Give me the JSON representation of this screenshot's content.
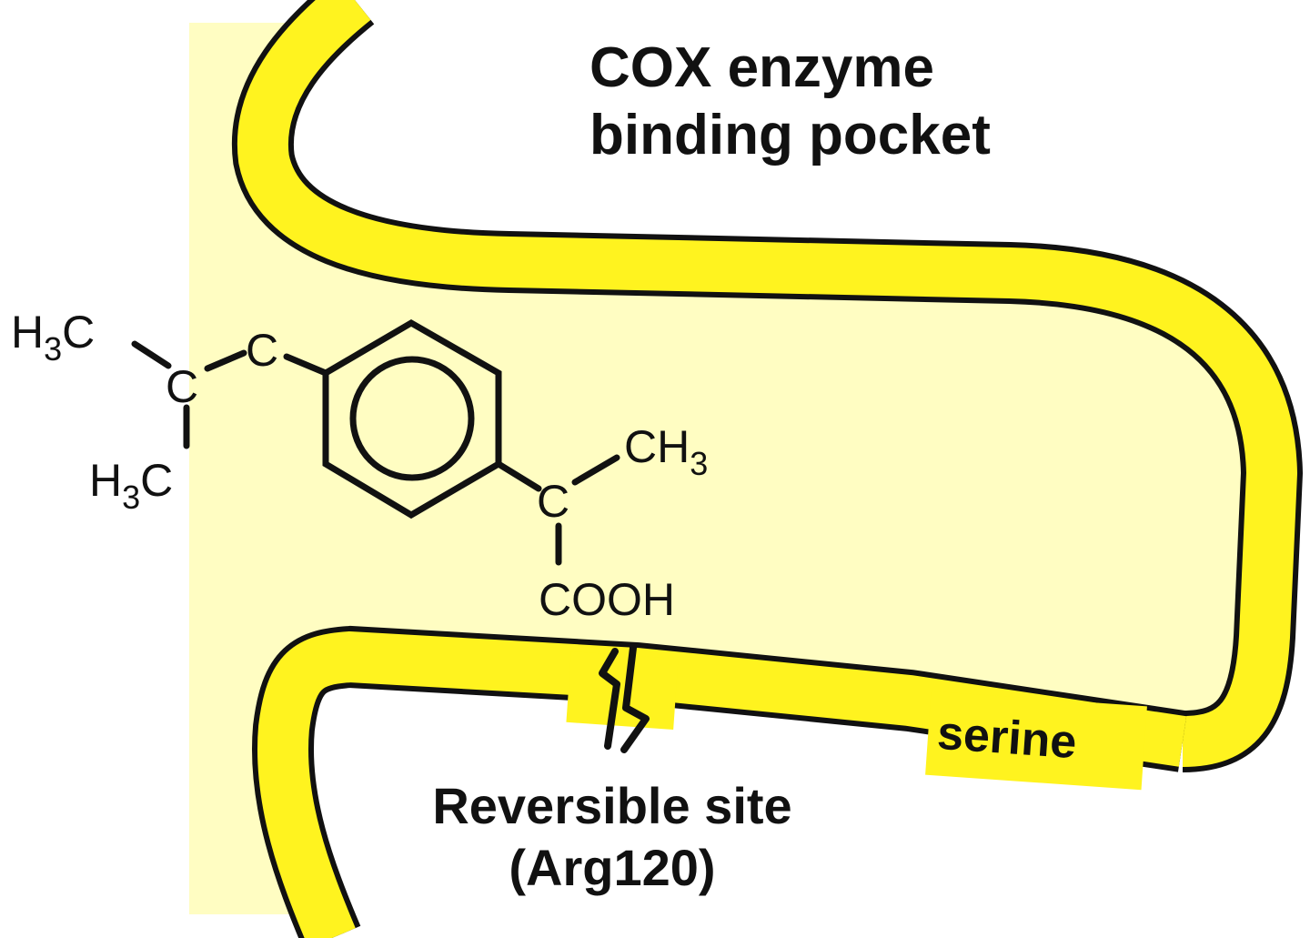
{
  "title": {
    "line1": "COX enzyme",
    "line2": "binding pocket"
  },
  "binding_site": {
    "line1": "Reversible site",
    "line2": "(Arg120)"
  },
  "residue_label": "serine",
  "molecule": {
    "atoms": {
      "methyl_top": {
        "main": "H",
        "sub": "3",
        "tail": "C"
      },
      "methyl_bottom": {
        "main": "H",
        "sub": "3",
        "tail": "C"
      },
      "branch_carbon": "C",
      "methylene_carbon": "C",
      "alpha_carbon": "C",
      "methyl_right": {
        "main": "CH",
        "sub": "3"
      },
      "carboxyl": "COOH"
    }
  },
  "colors": {
    "pocket_fill": "#FFFDC2",
    "membrane_band": "#FFF31F",
    "outline": "#111111",
    "background": "#FFFFFF"
  }
}
